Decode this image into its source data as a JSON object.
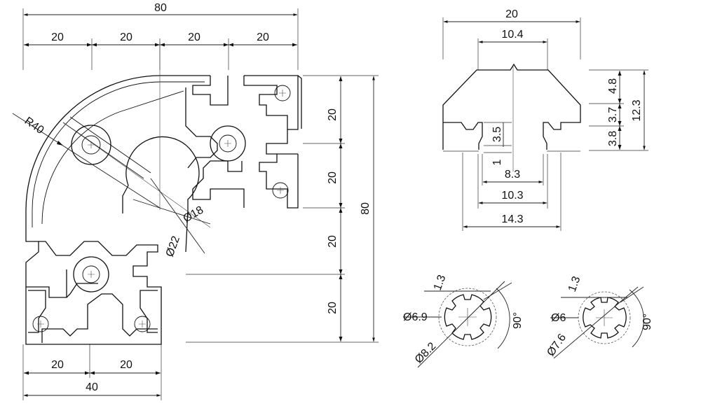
{
  "main_profile": {
    "overall_width": "80",
    "overall_height": "80",
    "top_segments": [
      "20",
      "20",
      "20",
      "20"
    ],
    "right_segments": [
      "20",
      "20",
      "20",
      "20"
    ],
    "bottom_segments": [
      "20",
      "20"
    ],
    "bottom_total": "40",
    "radius": "R40",
    "bore_small": "Ø18",
    "bore_large": "Ø22"
  },
  "slot_detail": {
    "top_width": "20",
    "opening_width": "10.4",
    "inner_width_a": "8.3",
    "inner_width_b": "10.3",
    "inner_width_c": "14.3",
    "lip_height": "3.5",
    "lip_gap": "1",
    "right_heights": [
      "4.8",
      "3.7",
      "3.8"
    ],
    "total_height": "12.3"
  },
  "core_holes": [
    {
      "tab": "1.3",
      "inner_dia": "Ø6.9",
      "outer_dia": "Ø8.2",
      "angle": "90°"
    },
    {
      "tab": "1.3",
      "inner_dia": "Ø6",
      "outer_dia": "Ø7.6",
      "angle": "90°"
    }
  ]
}
